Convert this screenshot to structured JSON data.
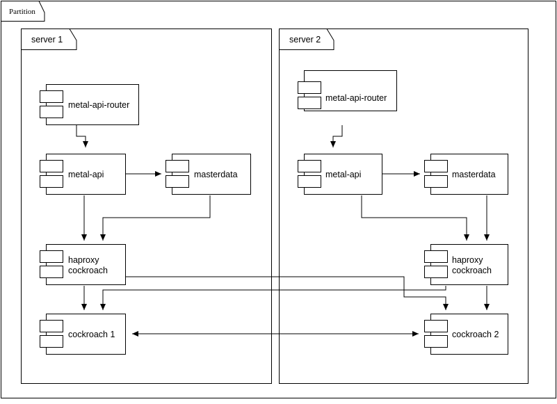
{
  "diagram": {
    "type": "uml-component-diagram",
    "partition": {
      "label": "Partition"
    },
    "frames": [
      {
        "id": "server1",
        "label": "server 1"
      },
      {
        "id": "server2",
        "label": "server 2"
      }
    ],
    "components": [
      {
        "id": "s1-metal-api-router",
        "frame": "server1",
        "label": "metal-api-router"
      },
      {
        "id": "s1-metal-api",
        "frame": "server1",
        "label": "metal-api"
      },
      {
        "id": "s1-masterdata",
        "frame": "server1",
        "label": "masterdata"
      },
      {
        "id": "s1-haproxy",
        "frame": "server1",
        "label_line1": "haproxy",
        "label_line2": "cockroach"
      },
      {
        "id": "s1-cockroach",
        "frame": "server1",
        "label": "cockroach 1"
      },
      {
        "id": "s2-metal-api-router",
        "frame": "server2",
        "label": "metal-api-router"
      },
      {
        "id": "s2-metal-api",
        "frame": "server2",
        "label": "metal-api"
      },
      {
        "id": "s2-masterdata",
        "frame": "server2",
        "label": "masterdata"
      },
      {
        "id": "s2-haproxy",
        "frame": "server2",
        "label_line1": "haproxy",
        "label_line2": "cockroach"
      },
      {
        "id": "s2-cockroach",
        "frame": "server2",
        "label": "cockroach 2"
      }
    ],
    "connections": [
      {
        "from": "s1-metal-api-router",
        "to": "s1-metal-api",
        "arrow": "single"
      },
      {
        "from": "s1-metal-api",
        "to": "s1-masterdata",
        "arrow": "single"
      },
      {
        "from": "s1-metal-api",
        "to": "s1-haproxy",
        "arrow": "single"
      },
      {
        "from": "s1-masterdata",
        "to": "s1-haproxy",
        "arrow": "single"
      },
      {
        "from": "s1-haproxy",
        "to": "s1-cockroach",
        "arrow": "single"
      },
      {
        "from": "s1-haproxy",
        "to": "s2-cockroach",
        "arrow": "single"
      },
      {
        "from": "s2-metal-api-router",
        "to": "s2-metal-api",
        "arrow": "single"
      },
      {
        "from": "s2-metal-api",
        "to": "s2-masterdata",
        "arrow": "single"
      },
      {
        "from": "s2-metal-api",
        "to": "s2-haproxy",
        "arrow": "single"
      },
      {
        "from": "s2-masterdata",
        "to": "s2-haproxy",
        "arrow": "single"
      },
      {
        "from": "s2-haproxy",
        "to": "s2-cockroach",
        "arrow": "single"
      },
      {
        "from": "s2-haproxy",
        "to": "s1-cockroach",
        "arrow": "single"
      },
      {
        "from": "s1-cockroach",
        "to": "s2-cockroach",
        "arrow": "double"
      }
    ],
    "colors": {
      "stroke": "#000000",
      "fill": "#ffffff"
    }
  }
}
